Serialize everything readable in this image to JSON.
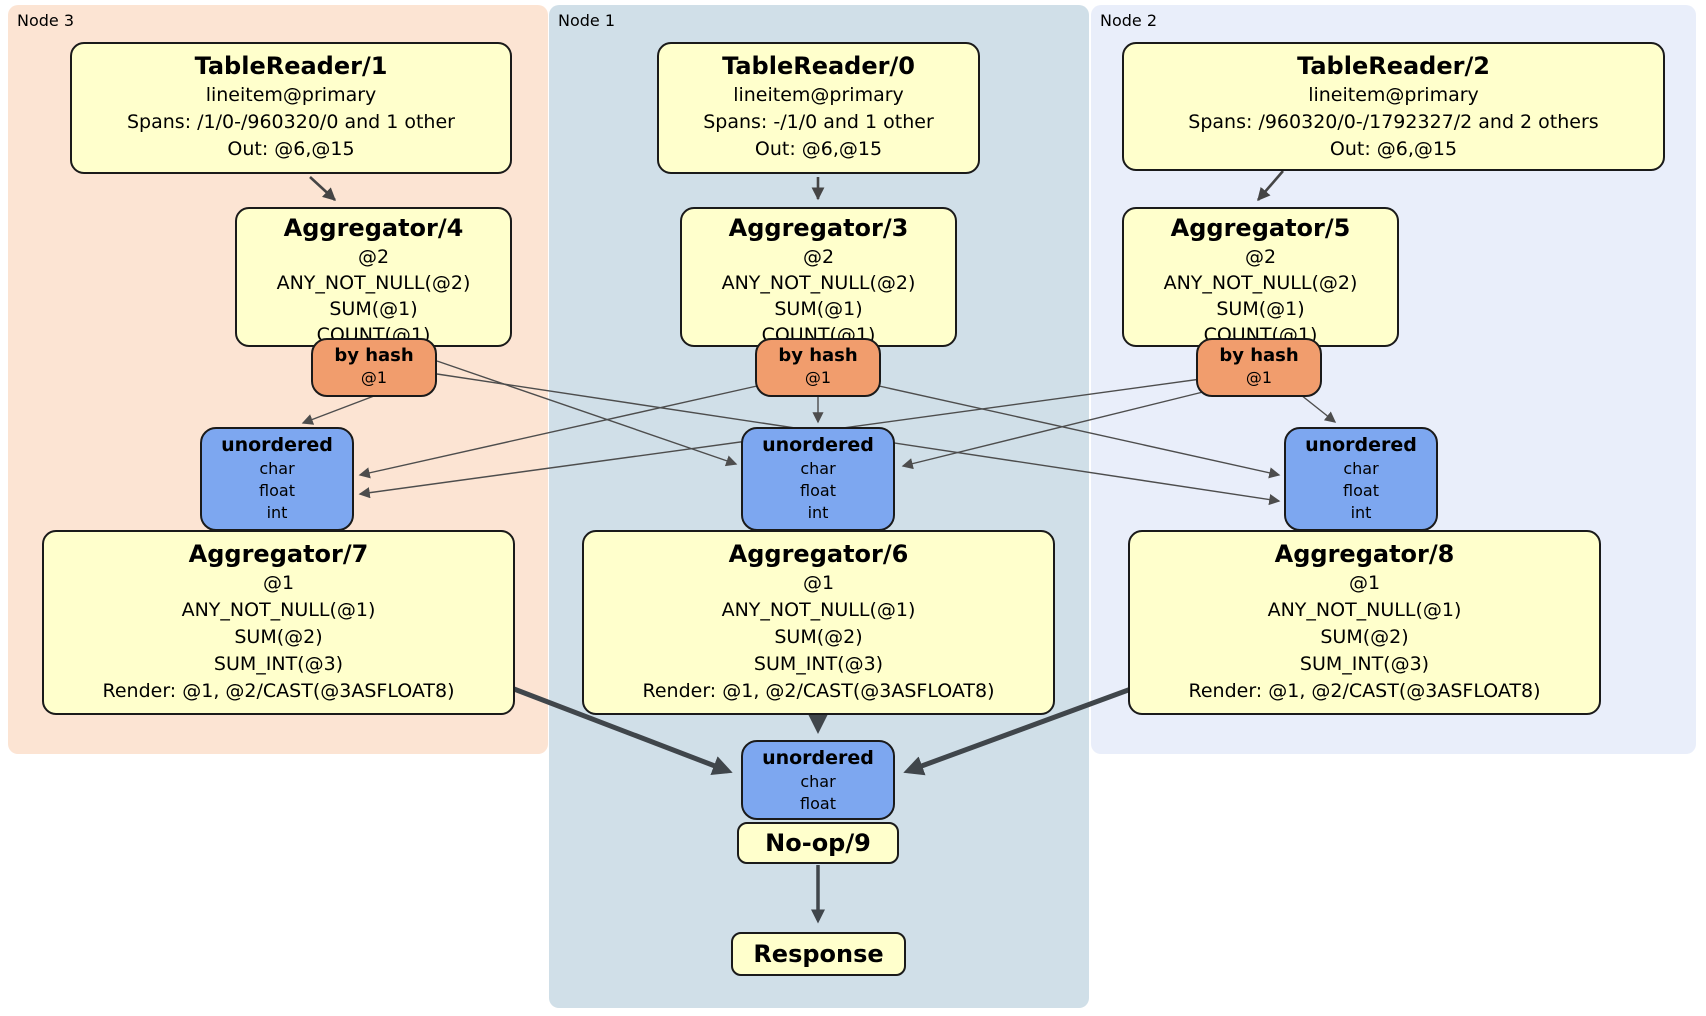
{
  "panels": {
    "node3": {
      "label": "Node 3"
    },
    "node1": {
      "label": "Node 1"
    },
    "node2": {
      "label": "Node 2"
    }
  },
  "nodes": {
    "tr1": {
      "title": "TableReader/1",
      "lines": [
        "lineitem@primary",
        "Spans: /1/0-/960320/0 and 1 other",
        "Out: @6,@15"
      ]
    },
    "tr0": {
      "title": "TableReader/0",
      "lines": [
        "lineitem@primary",
        "Spans: -/1/0 and 1 other",
        "Out: @6,@15"
      ]
    },
    "tr2": {
      "title": "TableReader/2",
      "lines": [
        "lineitem@primary",
        "Spans: /960320/0-/1792327/2 and 2 others",
        "Out: @6,@15"
      ]
    },
    "agg4": {
      "title": "Aggregator/4",
      "lines": [
        "@2",
        "ANY_NOT_NULL(@2)",
        "SUM(@1)",
        "COUNT(@1)"
      ]
    },
    "agg3": {
      "title": "Aggregator/3",
      "lines": [
        "@2",
        "ANY_NOT_NULL(@2)",
        "SUM(@1)",
        "COUNT(@1)"
      ]
    },
    "agg5": {
      "title": "Aggregator/5",
      "lines": [
        "@2",
        "ANY_NOT_NULL(@2)",
        "SUM(@1)",
        "COUNT(@1)"
      ]
    },
    "hash3": {
      "title": "by hash",
      "lines": [
        "@1"
      ]
    },
    "hash1": {
      "title": "by hash",
      "lines": [
        "@1"
      ]
    },
    "hash2": {
      "title": "by hash",
      "lines": [
        "@1"
      ]
    },
    "sync3": {
      "title": "unordered",
      "lines": [
        "char",
        "float",
        "int"
      ]
    },
    "sync1": {
      "title": "unordered",
      "lines": [
        "char",
        "float",
        "int"
      ]
    },
    "sync2": {
      "title": "unordered",
      "lines": [
        "char",
        "float",
        "int"
      ]
    },
    "agg7": {
      "title": "Aggregator/7",
      "lines": [
        "@1",
        "ANY_NOT_NULL(@1)",
        "SUM(@2)",
        "SUM_INT(@3)",
        "Render: @1, @2/CAST(@3ASFLOAT8)"
      ]
    },
    "agg6": {
      "title": "Aggregator/6",
      "lines": [
        "@1",
        "ANY_NOT_NULL(@1)",
        "SUM(@2)",
        "SUM_INT(@3)",
        "Render: @1, @2/CAST(@3ASFLOAT8)"
      ]
    },
    "agg8": {
      "title": "Aggregator/8",
      "lines": [
        "@1",
        "ANY_NOT_NULL(@1)",
        "SUM(@2)",
        "SUM_INT(@3)",
        "Render: @1, @2/CAST(@3ASFLOAT8)"
      ]
    },
    "syncFinal": {
      "title": "unordered",
      "lines": [
        "char",
        "float"
      ]
    },
    "noop": {
      "title": "No-op/9"
    },
    "response": {
      "title": "Response"
    }
  },
  "colors": {
    "box_fill": "#ffffcc",
    "router_fill": "#f19d6d",
    "sync_fill": "#7da7f0",
    "node3_bg": "#fce4d3",
    "node1_bg": "#d0dfe8",
    "node2_bg": "#e9eefa",
    "edge_thin": "#4d4d4d",
    "edge_thick": "#40464b",
    "border": "#1a1a1a"
  }
}
